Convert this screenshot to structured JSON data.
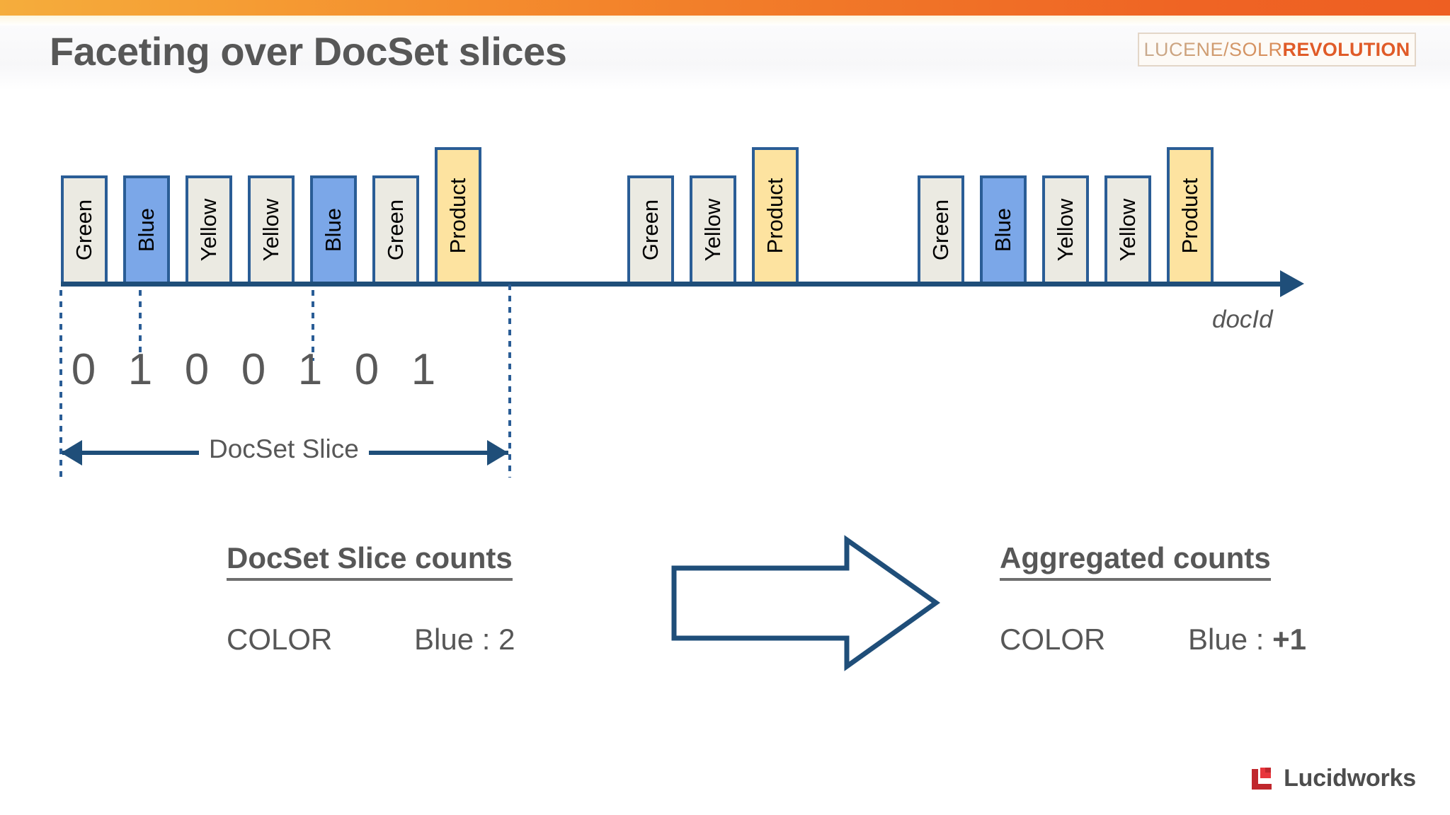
{
  "header": {
    "title": "Faceting over DocSet slices",
    "logo_light": "LUCENE/SOLR",
    "logo_bold": "REVOLUTION"
  },
  "axis": {
    "label": "docId"
  },
  "chart_data": {
    "type": "diagram",
    "title": "Faceting over DocSet slices",
    "axis_label": "docId",
    "legend": [],
    "groups": [
      {
        "name": "group-1",
        "boxes": [
          {
            "label": "Green",
            "kind": "plain",
            "tall": false
          },
          {
            "label": "Blue",
            "kind": "blue",
            "tall": false
          },
          {
            "label": "Yellow",
            "kind": "plain",
            "tall": false
          },
          {
            "label": "Yellow",
            "kind": "plain",
            "tall": false
          },
          {
            "label": "Blue",
            "kind": "blue",
            "tall": false
          },
          {
            "label": "Green",
            "kind": "plain",
            "tall": false
          },
          {
            "label": "Product",
            "kind": "gold",
            "tall": true
          }
        ]
      },
      {
        "name": "group-2",
        "boxes": [
          {
            "label": "Green",
            "kind": "plain",
            "tall": false
          },
          {
            "label": "Yellow",
            "kind": "plain",
            "tall": false
          },
          {
            "label": "Product",
            "kind": "gold",
            "tall": true
          }
        ]
      },
      {
        "name": "group-3",
        "boxes": [
          {
            "label": "Green",
            "kind": "plain",
            "tall": false
          },
          {
            "label": "Blue",
            "kind": "blue",
            "tall": false
          },
          {
            "label": "Yellow",
            "kind": "plain",
            "tall": false
          },
          {
            "label": "Yellow",
            "kind": "plain",
            "tall": false
          },
          {
            "label": "Product",
            "kind": "gold",
            "tall": true
          }
        ]
      }
    ],
    "bitmap": [
      "0",
      "1",
      "0",
      "0",
      "1",
      "0",
      "1"
    ],
    "slice_label": "DocSet Slice",
    "colors": {
      "plain_fill": "#ebeae2",
      "blue_fill": "#7ba7e8",
      "gold_fill": "#fde3a0",
      "box_border": "#2a5d96",
      "axis": "#1f4e79",
      "text": "#575757",
      "accent_orange": "#ee5f22",
      "brand_red": "#d0232b"
    }
  },
  "slice_panel": {
    "heading": "DocSet Slice counts",
    "field": "COLOR",
    "value_prefix": "Blue : ",
    "value": "2"
  },
  "aggregate_panel": {
    "heading": "Aggregated counts",
    "field": "COLOR",
    "value_prefix": "Blue : ",
    "value": "+1"
  },
  "footer": {
    "brand": "Lucidworks"
  }
}
